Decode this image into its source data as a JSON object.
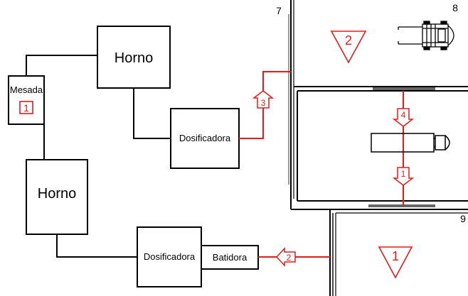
{
  "boxes": {
    "horno_top": "Horno",
    "horno_left": "Horno",
    "mesada": "Mesada",
    "mesada_marker": "1",
    "dosificadora_top": "Dosificadora",
    "dosificadora_bottom": "Dosificadora",
    "batidora": "Batidora"
  },
  "flow_markers": {
    "m1": "1",
    "m2": "2",
    "m3": "3",
    "m4": "4"
  },
  "storage_markers": {
    "s1": "1",
    "s2": "2"
  },
  "room_labels": {
    "r7": "7",
    "r8": "8",
    "r9": "9"
  },
  "colors": {
    "flow": "#e31b1b",
    "line": "#000000",
    "wall": "#000000"
  },
  "icons": {
    "forklift": "forklift-icon",
    "truck": "truck-icon"
  }
}
